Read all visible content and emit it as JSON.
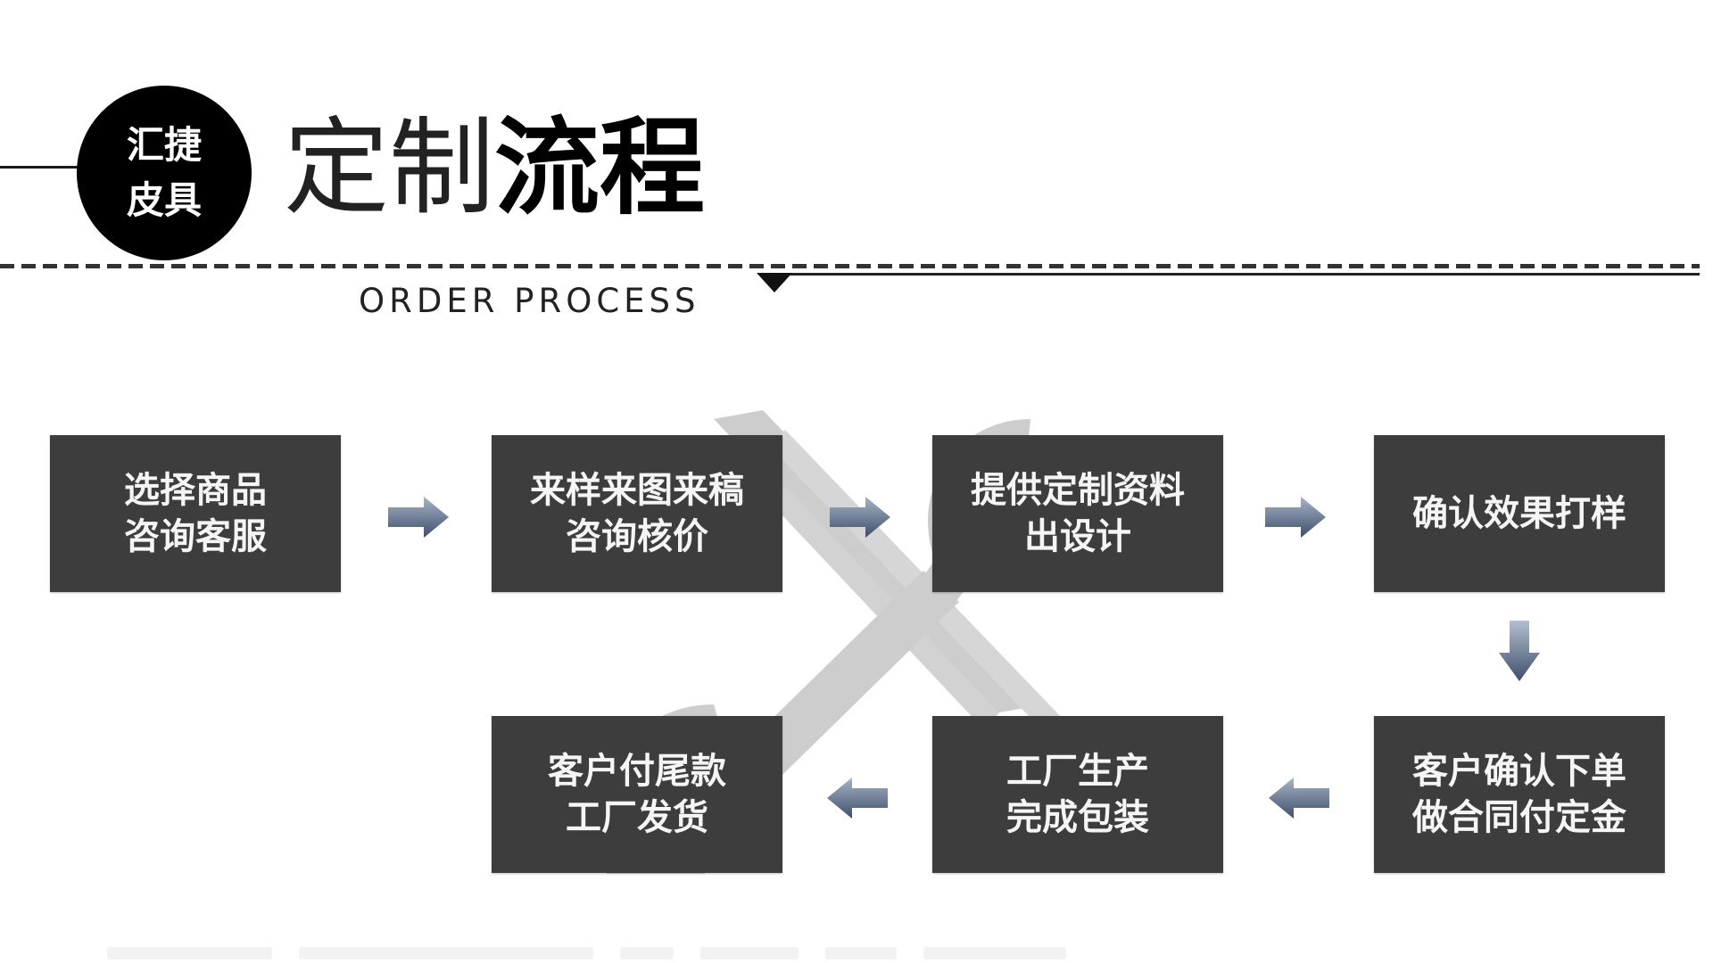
{
  "header": {
    "badge_line1": "汇捷",
    "badge_line2": "皮具",
    "title_light": "定制",
    "title_bold": "流程",
    "subtitle": "ORDER PROCESS"
  },
  "colors": {
    "step_box": "#3d3d3d",
    "step_text": "#f5f5f5",
    "arrow_light": "#9aa8bb",
    "arrow_dark": "#3e4f6c",
    "background_art": "#cfcfcf"
  },
  "steps": [
    {
      "order": 1,
      "lines": [
        "选择商品",
        "咨询客服"
      ]
    },
    {
      "order": 2,
      "lines": [
        "来样来图来稿",
        "咨询核价"
      ]
    },
    {
      "order": 3,
      "lines": [
        "提供定制资料",
        "出设计"
      ]
    },
    {
      "order": 4,
      "lines": [
        "确认效果打样"
      ]
    },
    {
      "order": 5,
      "lines": [
        "客户确认下单",
        "做合同付定金"
      ]
    },
    {
      "order": 6,
      "lines": [
        "工厂生产",
        "完成包装"
      ]
    },
    {
      "order": 7,
      "lines": [
        "客户付尾款",
        "工厂发货"
      ]
    }
  ],
  "arrows": [
    {
      "from": 1,
      "to": 2,
      "direction": "right"
    },
    {
      "from": 2,
      "to": 3,
      "direction": "right"
    },
    {
      "from": 3,
      "to": 4,
      "direction": "right"
    },
    {
      "from": 4,
      "to": 5,
      "direction": "down"
    },
    {
      "from": 5,
      "to": 6,
      "direction": "left"
    },
    {
      "from": 6,
      "to": 7,
      "direction": "left"
    }
  ],
  "icons": {
    "background": "wrench-screwdriver-icon",
    "divider_marker": "triangle-down-icon",
    "flow_arrow": "arrow-icon"
  }
}
